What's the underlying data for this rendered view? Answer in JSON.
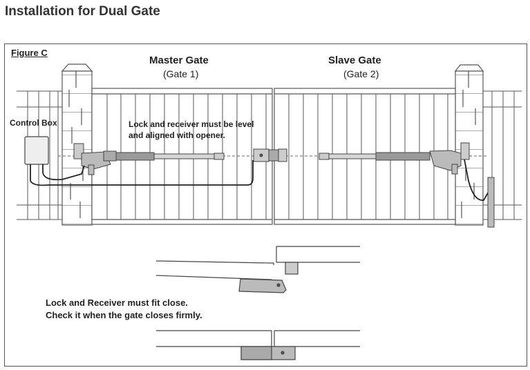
{
  "page": {
    "title": "Installation for Dual Gate"
  },
  "figure": {
    "label": "Figure C",
    "master_gate": {
      "title": "Master Gate",
      "subtitle": "(Gate 1)"
    },
    "slave_gate": {
      "title": "Slave Gate",
      "subtitle": "(Gate 2)"
    },
    "control_box_label": "Control Box",
    "lock_note_line1": "Lock and receiver must be level",
    "lock_note_line2": "and aligned with opener.",
    "fit_note_line1": "Lock and Receiver must fit close.",
    "fit_note_line2": "Check it when the gate closes firmly."
  }
}
